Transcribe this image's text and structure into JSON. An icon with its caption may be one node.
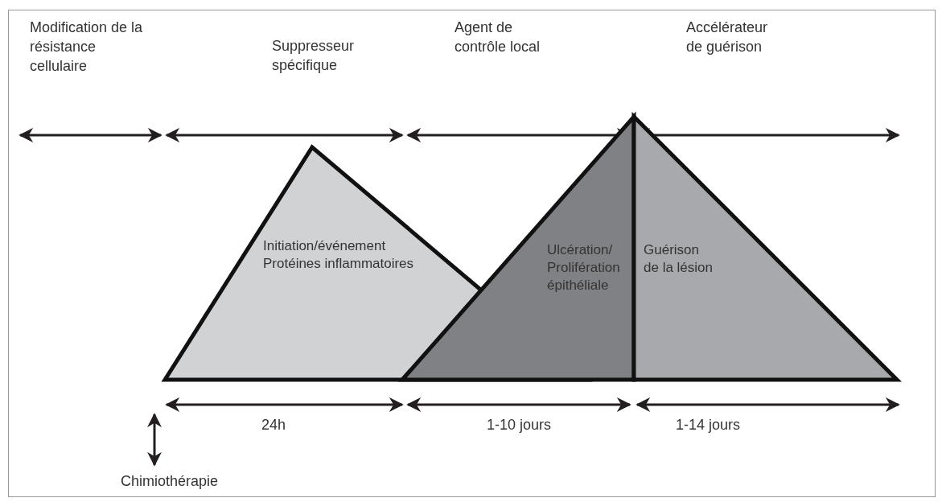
{
  "diagram": {
    "nodes": [
      {
        "text": [
          "Initiation/événement Protéines inflammatoires"
        ]
      },
      {
        "text": [
          "Ulcération/ Prolifération épithéliale"
        ]
      },
      {
        "text": [
          "Guérison de la lésion"
        ]
      }
    ],
    "labels": [
      "Modification de la résistance cellulaire",
      "Suppresseur spécifique",
      "Agent de contrôle local",
      "Accélérateur de guérison",
      "24h",
      "1-10 jours",
      "1-14 jours",
      "Chimiothérapie"
    ]
  }
}
